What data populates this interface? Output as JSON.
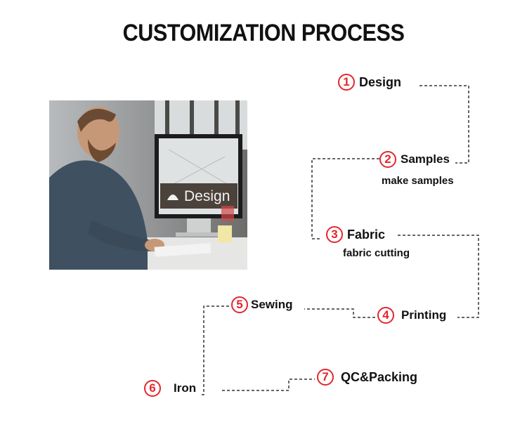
{
  "title": "CUSTOMIZATION PROCESS",
  "photo": {
    "screen_text": "Design"
  },
  "steps": [
    {
      "num": "1",
      "label": "Design",
      "sub": ""
    },
    {
      "num": "2",
      "label": "Samples",
      "sub": "make samples"
    },
    {
      "num": "3",
      "label": "Fabric",
      "sub": "fabric cutting"
    },
    {
      "num": "4",
      "label": "Printing",
      "sub": ""
    },
    {
      "num": "5",
      "label": "Sewing",
      "sub": ""
    },
    {
      "num": "6",
      "label": "Iron",
      "sub": ""
    },
    {
      "num": "7",
      "label": "QC&Packing",
      "sub": ""
    }
  ],
  "colors": {
    "accent": "#e3262e",
    "text": "#111111",
    "connector": "#333333"
  }
}
